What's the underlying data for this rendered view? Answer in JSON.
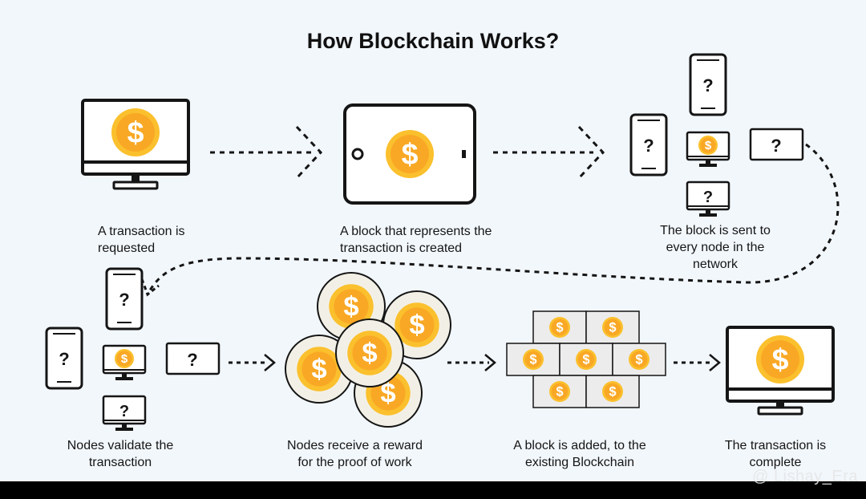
{
  "title": "How Blockchain Works?",
  "captions": {
    "step1": [
      "A transaction is",
      "requested"
    ],
    "step2": [
      "A block that represents the",
      "transaction is created"
    ],
    "step3": [
      "The block is sent to",
      "every node in the",
      "network"
    ],
    "step4": [
      "Nodes validate the",
      "transaction"
    ],
    "step5": [
      "Nodes receive a reward",
      "for the proof of work"
    ],
    "step6": [
      "A block is added, to the",
      "existing Blockchain"
    ],
    "step7": [
      "The transaction is",
      "complete"
    ]
  },
  "glyphs": {
    "coin": "$",
    "unknown": "?"
  },
  "watermark": "@ Lishay_Era",
  "colors": {
    "background": "#f2f7fc",
    "coin_outer": "#fbc02d",
    "coin_inner": "#f9a825",
    "coin_disc": "#f2f0e6",
    "block_fill": "#ececec",
    "stroke": "#151515"
  }
}
